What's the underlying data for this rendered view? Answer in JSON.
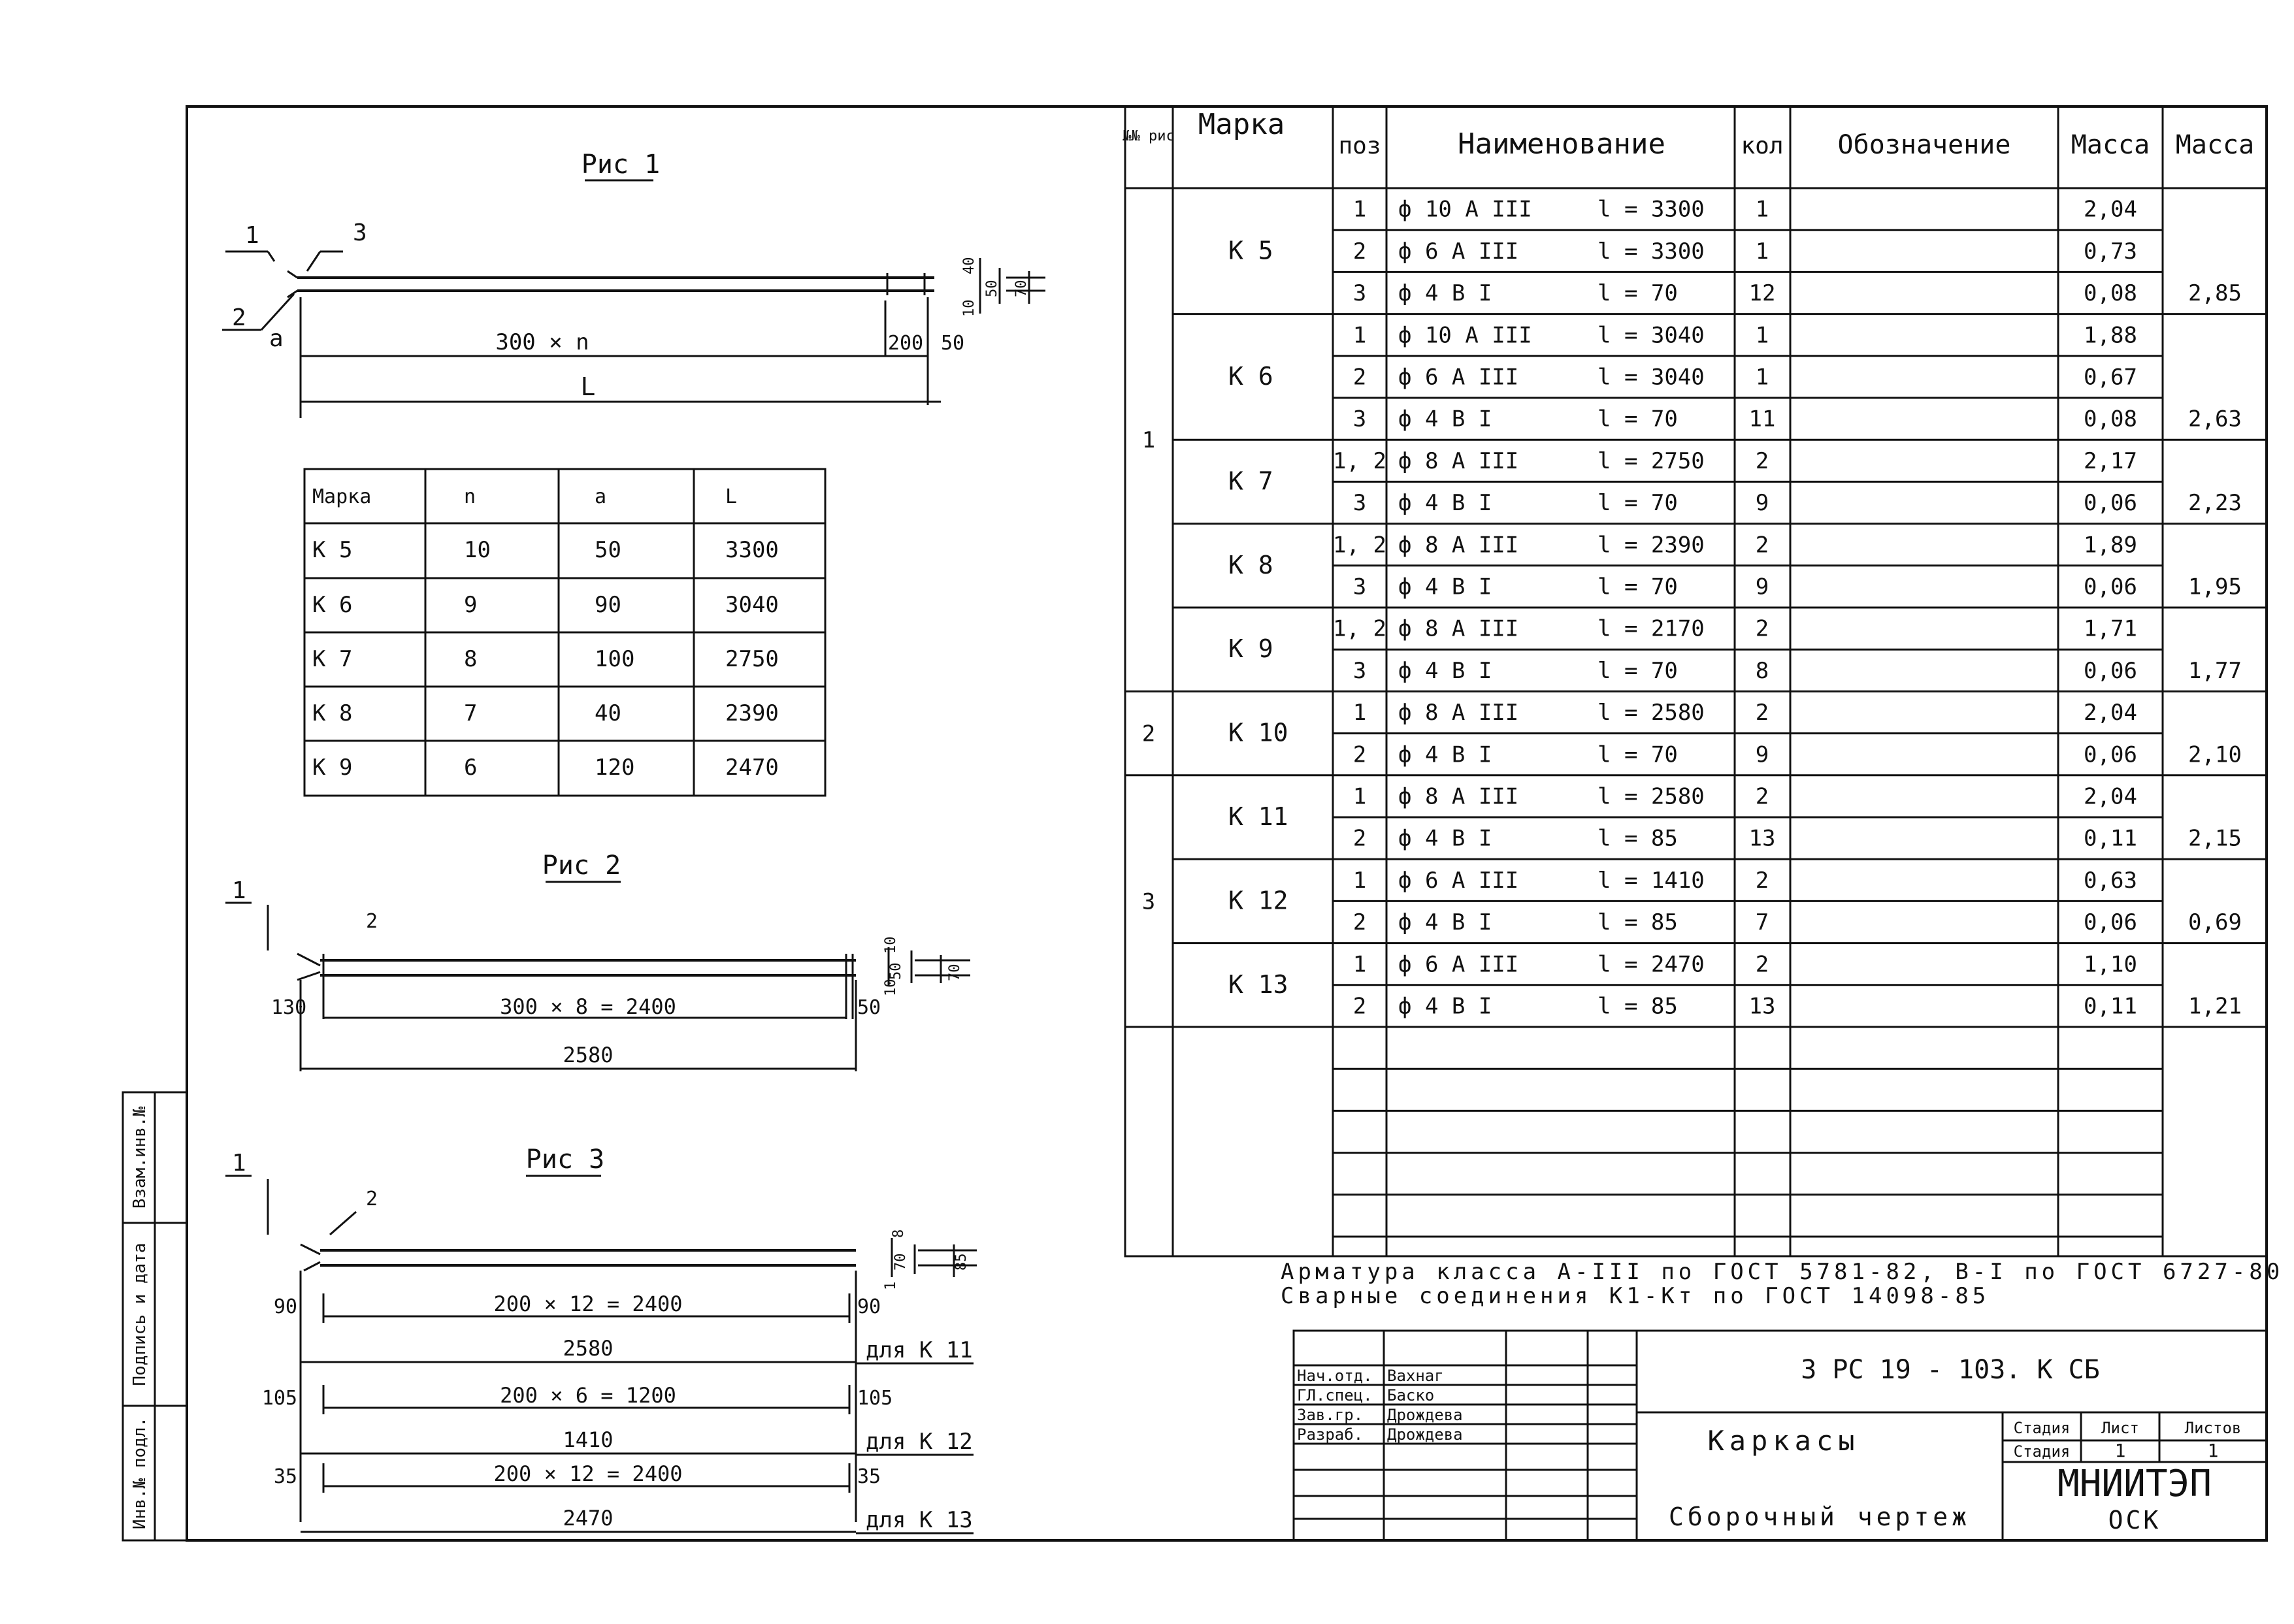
{
  "figures": {
    "fig1": {
      "title": "Рис 1",
      "leader_labels": [
        "1",
        "2",
        "3"
      ],
      "dim_a": "a",
      "dim_span": "300 × n",
      "dim_200": "200",
      "dim_50": "50",
      "dim_L": "L",
      "dim_side": [
        "10",
        "40",
        "50",
        "70"
      ]
    },
    "fig2": {
      "title": "Рис 2",
      "leader_labels": [
        "1",
        "2"
      ],
      "dim_130": "130",
      "dim_span": "300 × 8 = 2400",
      "dim_50": "50",
      "dim_total": "2580",
      "dim_side": [
        "10",
        "50",
        "10",
        "70"
      ]
    },
    "fig3": {
      "title": "Рис 3",
      "leader_labels": [
        "1",
        "2"
      ],
      "dim_side": [
        "8",
        "70",
        "1",
        "85"
      ],
      "rows": [
        {
          "left": "90",
          "span": "200 × 12 = 2400",
          "right": "90",
          "total": "2580",
          "note": "для К 11"
        },
        {
          "left": "105",
          "span": "200 × 6 = 1200",
          "right": "105",
          "total": "1410",
          "note": "для К 12"
        },
        {
          "left": "35",
          "span": "200 × 12 = 2400",
          "right": "35",
          "total": "2470",
          "note": "для К 13"
        }
      ]
    }
  },
  "mark_table": {
    "headers": [
      "Марка",
      "n",
      "a",
      "L"
    ],
    "rows": [
      [
        "К 5",
        "10",
        "50",
        "3300"
      ],
      [
        "К 6",
        "9",
        "90",
        "3040"
      ],
      [
        "К 7",
        "8",
        "100",
        "2750"
      ],
      [
        "К 8",
        "7",
        "40",
        "2390"
      ],
      [
        "К 9",
        "6",
        "120",
        "2470"
      ]
    ]
  },
  "spec": {
    "headers": {
      "fig_no": "№№ рис",
      "mark": "Марка",
      "pos": "поз",
      "name": "Наименование",
      "qty": "кол",
      "designation": "Обозначение",
      "mass1": "Масса",
      "mass2": "Масса"
    },
    "figure_numbers": [
      "1",
      "2",
      "3"
    ],
    "groups": [
      {
        "mark": "К 5",
        "total": "2,85",
        "rows": [
          {
            "pos": "1",
            "bar": "ф 10 А III",
            "len": "l = 3300",
            "qty": "1",
            "mass": "2,04"
          },
          {
            "pos": "2",
            "bar": "ф 6 А III",
            "len": "l = 3300",
            "qty": "1",
            "mass": "0,73"
          },
          {
            "pos": "3",
            "bar": "ф 4 В I",
            "len": "l = 70",
            "qty": "12",
            "mass": "0,08"
          }
        ]
      },
      {
        "mark": "К 6",
        "total": "2,63",
        "rows": [
          {
            "pos": "1",
            "bar": "ф 10 А III",
            "len": "l = 3040",
            "qty": "1",
            "mass": "1,88"
          },
          {
            "pos": "2",
            "bar": "ф 6 А III",
            "len": "l = 3040",
            "qty": "1",
            "mass": "0,67"
          },
          {
            "pos": "3",
            "bar": "ф 4 В I",
            "len": "l = 70",
            "qty": "11",
            "mass": "0,08"
          }
        ]
      },
      {
        "mark": "К 7",
        "total": "2,23",
        "rows": [
          {
            "pos": "1, 2",
            "bar": "ф 8 А III",
            "len": "l = 2750",
            "qty": "2",
            "mass": "2,17"
          },
          {
            "pos": "3",
            "bar": "ф 4 В I",
            "len": "l = 70",
            "qty": "9",
            "mass": "0,06"
          }
        ]
      },
      {
        "mark": "К 8",
        "total": "1,95",
        "rows": [
          {
            "pos": "1, 2",
            "bar": "ф 8 А III",
            "len": "l = 2390",
            "qty": "2",
            "mass": "1,89"
          },
          {
            "pos": "3",
            "bar": "ф 4 В I",
            "len": "l = 70",
            "qty": "9",
            "mass": "0,06"
          }
        ]
      },
      {
        "mark": "К 9",
        "total": "1,77",
        "rows": [
          {
            "pos": "1, 2",
            "bar": "ф 8 А III",
            "len": "l = 2170",
            "qty": "2",
            "mass": "1,71"
          },
          {
            "pos": "3",
            "bar": "ф 4 В I",
            "len": "l = 70",
            "qty": "8",
            "mass": "0,06"
          }
        ]
      },
      {
        "mark": "К 10",
        "total": "2,10",
        "rows": [
          {
            "pos": "1",
            "bar": "ф 8 А III",
            "len": "l = 2580",
            "qty": "2",
            "mass": "2,04"
          },
          {
            "pos": "2",
            "bar": "ф 4 В I",
            "len": "l = 70",
            "qty": "9",
            "mass": "0,06"
          }
        ]
      },
      {
        "mark": "К 11",
        "total": "2,15",
        "rows": [
          {
            "pos": "1",
            "bar": "ф 8 А III",
            "len": "l = 2580",
            "qty": "2",
            "mass": "2,04"
          },
          {
            "pos": "2",
            "bar": "ф 4 В I",
            "len": "l = 85",
            "qty": "13",
            "mass": "0,11"
          }
        ]
      },
      {
        "mark": "К 12",
        "total": "0,69",
        "rows": [
          {
            "pos": "1",
            "bar": "ф 6 А III",
            "len": "l = 1410",
            "qty": "2",
            "mass": "0,63"
          },
          {
            "pos": "2",
            "bar": "ф 4 В I",
            "len": "l = 85",
            "qty": "7",
            "mass": "0,06"
          }
        ]
      },
      {
        "mark": "К 13",
        "total": "1,21",
        "rows": [
          {
            "pos": "1",
            "bar": "ф 6 А III",
            "len": "l = 2470",
            "qty": "2",
            "mass": "1,10"
          },
          {
            "pos": "2",
            "bar": "ф 4 В I",
            "len": "l = 85",
            "qty": "13",
            "mass": "0,11"
          }
        ]
      }
    ]
  },
  "notes": {
    "line1": "Арматура класса А-III по ГОСТ 5781-82, В-I по ГОСТ 6727-80",
    "line2": "Сварные соединения К1-Кт по ГОСТ 14098-85"
  },
  "title_block": {
    "code": "3 РС 19 - 103. К СБ",
    "title": "Каркасы",
    "subtitle": "Сборочный чертеж",
    "stage_label": "Стадия",
    "sheet_label": "Лист",
    "sheets_label": "Листов",
    "stage": "Стадия",
    "sheet": "1",
    "sheets": "1",
    "org_line1": "МНИИТЭП",
    "org_line2": "ОСК",
    "people": [
      {
        "role": "Нач.отд.",
        "name": "Вахнаг"
      },
      {
        "role": "ГЛ.спец.",
        "name": "Баско"
      },
      {
        "role": "Зав.гр.",
        "name": "Дрождева"
      },
      {
        "role": "Разраб.",
        "name": "Дрождева"
      }
    ]
  },
  "side_stamp": [
    "Инв.№ подл.",
    "Подпись и дата",
    "Взам.инв.№"
  ]
}
